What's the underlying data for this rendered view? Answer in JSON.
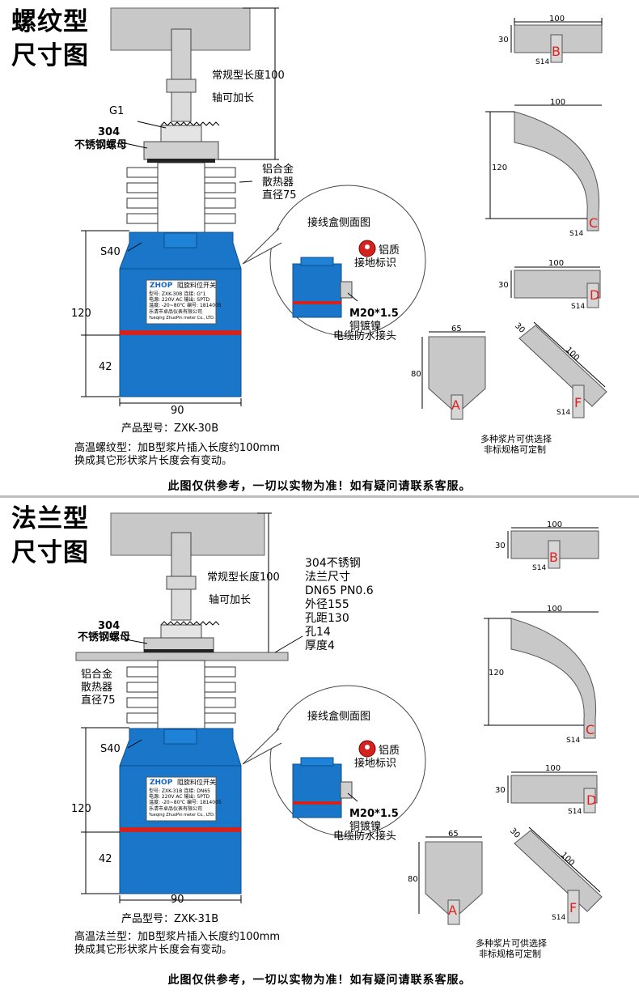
{
  "sections": [
    {
      "title_line1": "螺纹型",
      "title_line2": "尺寸图",
      "dim_100": "100",
      "standard_length": "常规型长度100",
      "shaft_extendable": "轴可加长",
      "thread_g1": "G1",
      "nut_304": "304",
      "nut_label": "不锈钢螺母",
      "heatsink_1": "铝合金",
      "heatsink_2": "散热器",
      "heatsink_3": "直径75",
      "s40": "S40",
      "dim_120": "120",
      "dim_42": "42",
      "dim_90": "90",
      "model_label": "产品型号：ZXK-30B",
      "note_line1": "高温螺纹型：加B型浆片插入长度约100mm",
      "note_line2": "换成其它形状浆片长度会有变动。",
      "junction_title": "接线盒侧面图",
      "ground_1": "铝质",
      "ground_2": "接地标识",
      "conn_1": "M20*1.5",
      "conn_2": "铜镀镍",
      "conn_3": "电缆防水接头",
      "nameplate_brand": "ZHOP",
      "nameplate_name": "阻旋料位开关",
      "nameplate_l1": "型号: ZXK-30B  连接: G\"1",
      "nameplate_l2": "电源: 220V AC   输出: SPTD",
      "nameplate_l3": "温度: -20~80℃  编号: 1814005",
      "nameplate_l4": "乐清市卓品仪表有限公司",
      "nameplate_l5": "Yueqing ZhuoPin meter Co., LTD.",
      "flange_spec": [],
      "footer": "此图仅供参考，一切以实物为准！如有疑问请联系客服。"
    },
    {
      "title_line1": "法兰型",
      "title_line2": "尺寸图",
      "standard_length": "常规型长度100",
      "shaft_extendable": "轴可加长",
      "nut_304": "304",
      "nut_label": "不锈钢螺母",
      "heatsink_1": "铝合金",
      "heatsink_2": "散热器",
      "heatsink_3": "直径75",
      "s40": "S40",
      "dim_120": "120",
      "dim_42": "42",
      "dim_90": "90",
      "model_label": "产品型号：ZXK-31B",
      "note_line1": "高温法兰型：加B型浆片插入长度约100mm",
      "note_line2": "换成其它形状浆片长度会有变动。",
      "junction_title": "接线盒侧面图",
      "ground_1": "铝质",
      "ground_2": "接地标识",
      "conn_1": "M20*1.5",
      "conn_2": "铜镀镍",
      "conn_3": "电缆防水接头",
      "nameplate_brand": "ZHOP",
      "nameplate_name": "阻旋料位开关",
      "nameplate_l1": "型号: ZXK-31B  连接: DN65",
      "nameplate_l2": "电源: 220V AC   输出: SPTD",
      "nameplate_l3": "温度: -20~80℃  编号: 1814005",
      "nameplate_l4": "乐清市卓品仪表有限公司",
      "nameplate_l5": "Yueqing ZhuoPin meter Co., LTD.",
      "flange_spec": [
        "304不锈钢",
        "法兰尺寸",
        "DN65 PN0.6",
        "外径155",
        "孔距130",
        "孔14",
        "厚度4"
      ],
      "footer": "此图仅供参考，一切以实物为准！如有疑问请联系客服。"
    }
  ],
  "paddles": {
    "b_width": "100",
    "b_height": "30",
    "b_letter": "B",
    "b_s": "S14",
    "c_width": "100",
    "c_height": "120",
    "c_letter": "C",
    "c_s": "S14",
    "d_width": "100",
    "d_height": "30",
    "d_letter": "D",
    "d_s": "S14",
    "a_width": "65",
    "a_height": "80",
    "a_letter": "A",
    "f_width": "30",
    "f_length": "100",
    "f_letter": "F",
    "f_s": "S14",
    "note1": "多种浆片可供选择",
    "note2": "非标规格可定制"
  },
  "colors": {
    "body_blue": "#1976c8",
    "red_band": "#d2231f",
    "steel_gray": "#c8c8c8",
    "letter_red": "#e0201c"
  }
}
